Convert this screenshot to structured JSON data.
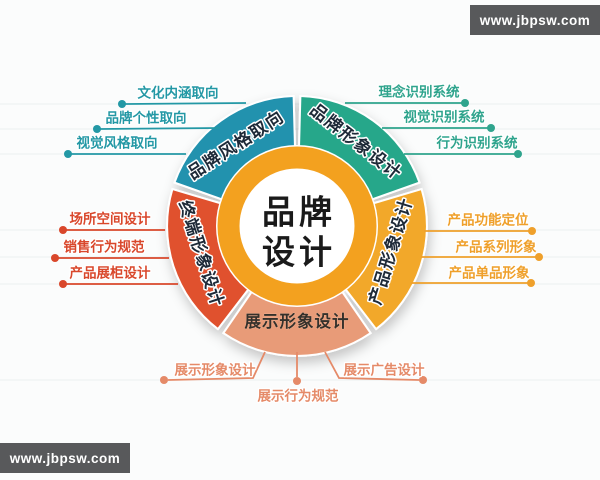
{
  "watermark": {
    "text": "www.jbpsw.com"
  },
  "center": {
    "line1": "品牌",
    "line2": "设计",
    "ring_color": "#F3A11F"
  },
  "segments": [
    {
      "id": "brand-image-design",
      "label": "品牌形象设计",
      "color": "#26A78A",
      "item_color": "#2FA48D",
      "items": [
        "理念识别系统",
        "视觉识别系统",
        "行为识别系统"
      ]
    },
    {
      "id": "product-image-design",
      "label": "产品形象设计",
      "color": "#F2A82A",
      "item_color": "#EFA02B",
      "items": [
        "产品功能定位",
        "产品系列形象",
        "产品单品形象"
      ]
    },
    {
      "id": "display-image-design",
      "label": "展示形象设计",
      "color": "#E89B78",
      "item_color": "#E58A68",
      "items": [
        "展示形象设计",
        "展示行为规范",
        "展示广告设计"
      ]
    },
    {
      "id": "terminal-image-design",
      "label": "终端形象设计",
      "color": "#E0512D",
      "item_color": "#D9472B",
      "items": [
        "场所空间设计",
        "销售行为规范",
        "产品展柜设计"
      ]
    },
    {
      "id": "brand-style-orientation",
      "label": "品牌风格取向",
      "color": "#2292AE",
      "item_color": "#2398A5",
      "items": [
        "文化内涵取向",
        "品牌个性取向",
        "视觉风格取向"
      ]
    }
  ]
}
